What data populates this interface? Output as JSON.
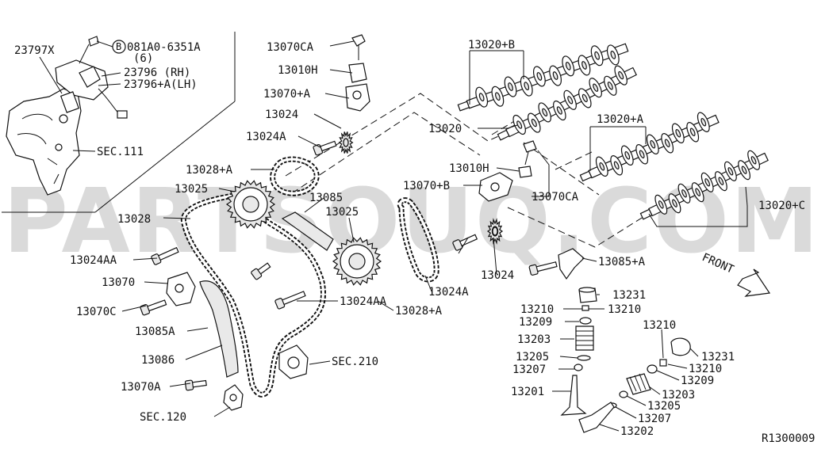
{
  "watermark": "PARTSOUQ.COM",
  "diagram_code": "R1300009",
  "bolt_spec": {
    "circle": "B",
    "number": "081A0-6351A",
    "qty": "(6)"
  },
  "labels": {
    "l23797x": "23797X",
    "l23796rh": "23796 (RH)",
    "l23796lh": "23796+A(LH)",
    "sec111": "SEC.111",
    "l13070ca_top": "13070CA",
    "l13010h_top": "13010H",
    "l13070a": "13070+A",
    "l13024_top": "13024",
    "l13024a_top": "13024A",
    "l13028a_top": "13028+A",
    "l13025_left": "13025",
    "l13085": "13085",
    "l13025_mid": "13025",
    "l13028": "13028",
    "l13024aa_left": "13024AA",
    "l13070": "13070",
    "l13070c": "13070C",
    "l13085a": "13085A",
    "l13086": "13086",
    "l13070a_low": "13070A",
    "sec120": "SEC.120",
    "sec210": "SEC.210",
    "l13024aa_mid": "13024AA",
    "l13028a_mid": "13028+A",
    "l13024a_mid": "13024A",
    "l13024_mid": "13024",
    "l13020b": "13020+B",
    "l13020": "13020",
    "l13010h_right": "13010H",
    "l13070b": "13070+B",
    "l13070ca_right": "13070CA",
    "l13020a": "13020+A",
    "l13020c": "13020+C",
    "l13085plusa": "13085+A",
    "front": "FRONT",
    "l13231_a": "13231",
    "l13210_a1": "13210",
    "l13210_a2": "13210",
    "l13209_a": "13209",
    "l13203_a": "13203",
    "l13205_a": "13205",
    "l13207_a": "13207",
    "l13201": "13201",
    "l13210_b1": "13210",
    "l13231_b": "13231",
    "l13210_b2": "13210",
    "l13209_b": "13209",
    "l13203_b": "13203",
    "l13205_b": "13205",
    "l13207_b": "13207",
    "l13202": "13202"
  }
}
